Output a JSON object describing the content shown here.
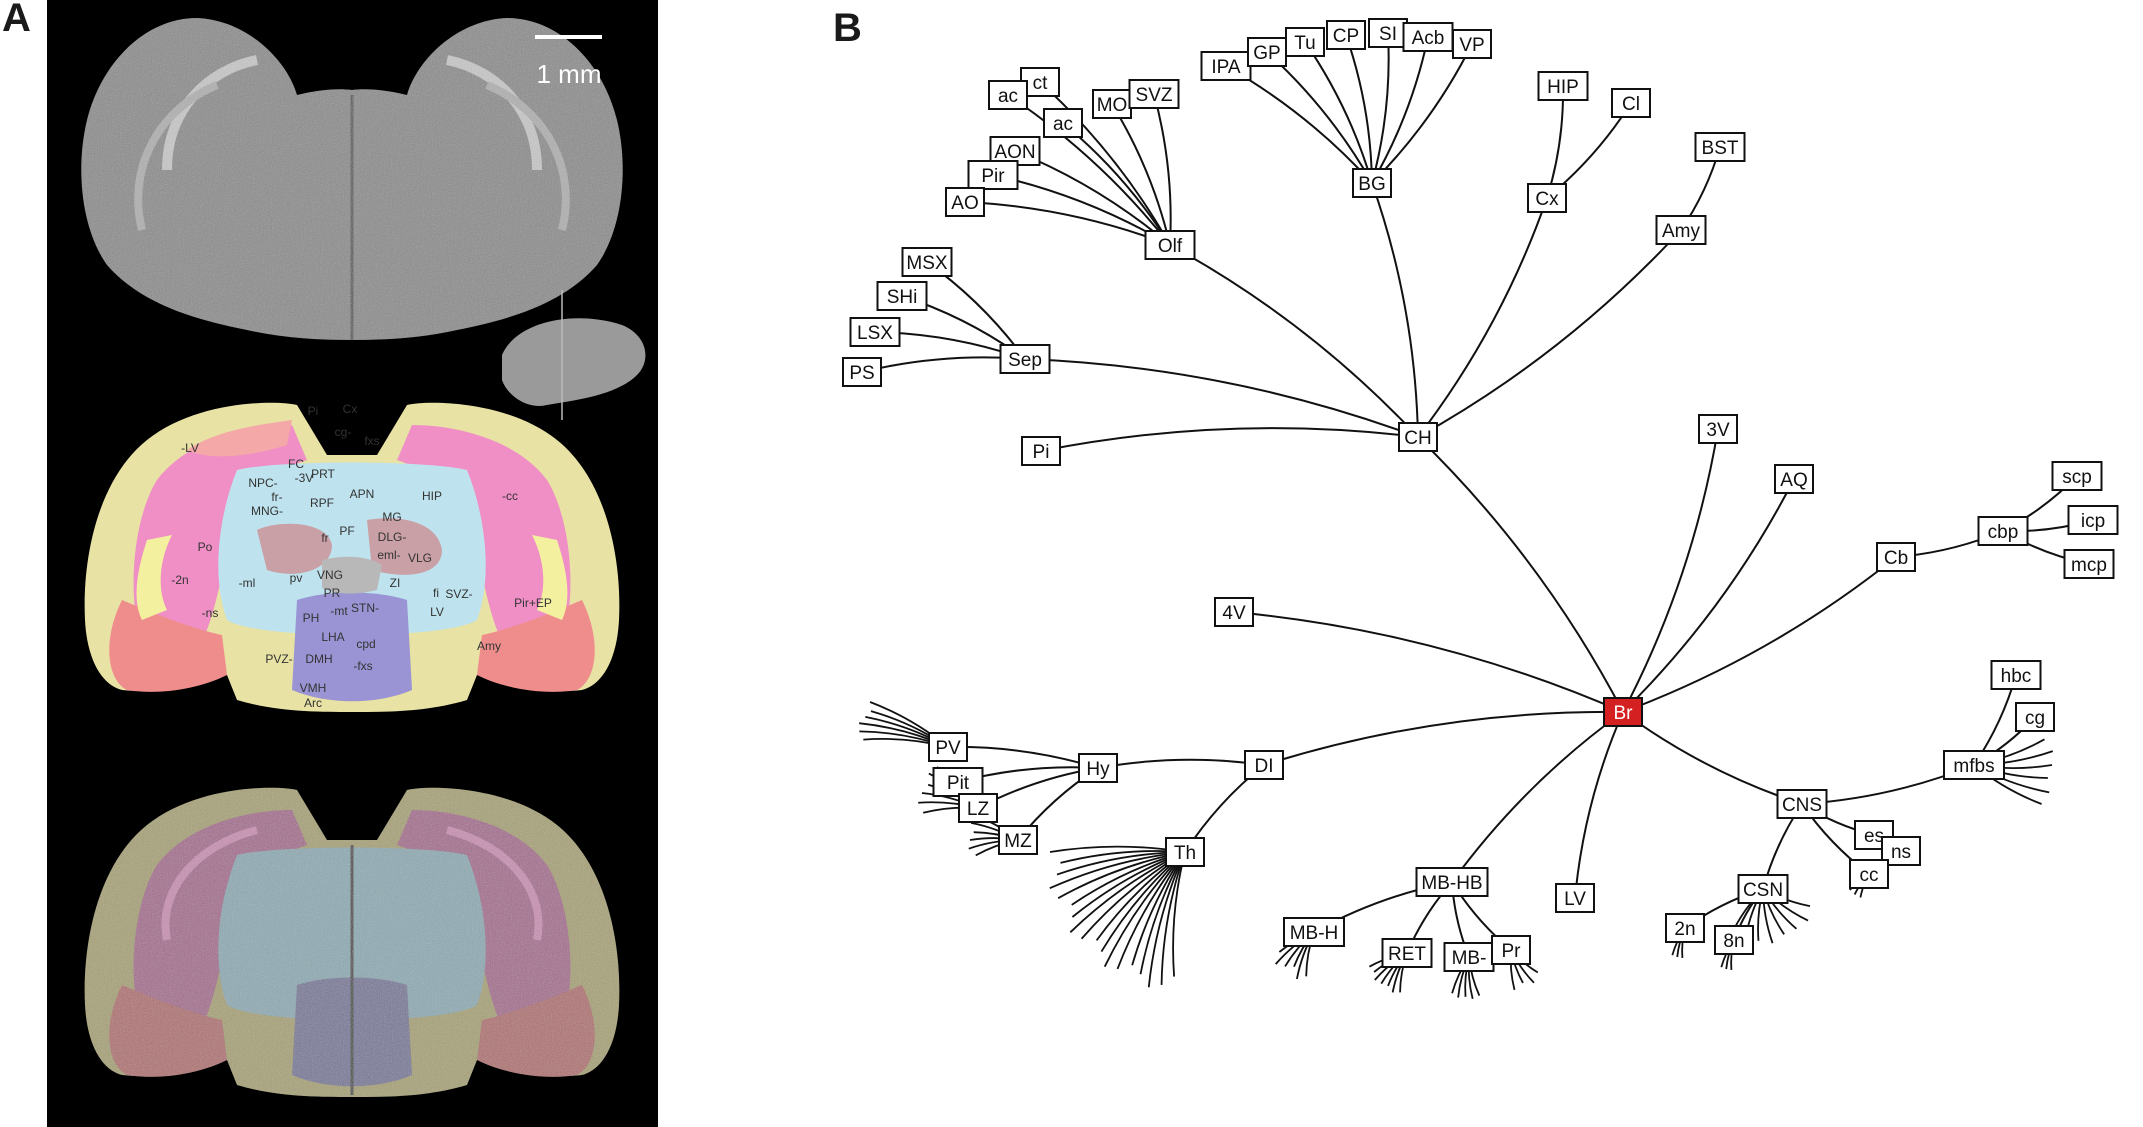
{
  "panel_a": {
    "label": "A",
    "scale_bar": "1 mm",
    "atlas_labels": [
      {
        "id": "pi",
        "text": "Pi"
      },
      {
        "id": "cx",
        "text": "Cx"
      },
      {
        "id": "cg",
        "text": "cg-"
      },
      {
        "id": "fxs1",
        "text": "fxs"
      },
      {
        "id": "lv1",
        "text": "-LV"
      },
      {
        "id": "fc",
        "text": "FC"
      },
      {
        "id": "npc",
        "text": "NPC-"
      },
      {
        "id": "prt",
        "text": "PRT"
      },
      {
        "id": "v3",
        "text": "-3V"
      },
      {
        "id": "fr1",
        "text": "fr-"
      },
      {
        "id": "apn",
        "text": "APN"
      },
      {
        "id": "hip",
        "text": "HIP"
      },
      {
        "id": "cc",
        "text": "-cc"
      },
      {
        "id": "rpf",
        "text": "RPF"
      },
      {
        "id": "mng",
        "text": "MNG-"
      },
      {
        "id": "mg",
        "text": "MG"
      },
      {
        "id": "pf",
        "text": "PF"
      },
      {
        "id": "dlg",
        "text": "DLG-"
      },
      {
        "id": "fr2",
        "text": "fr"
      },
      {
        "id": "po",
        "text": "Po"
      },
      {
        "id": "eml",
        "text": "eml-"
      },
      {
        "id": "vlg",
        "text": "VLG"
      },
      {
        "id": "n2",
        "text": "-2n"
      },
      {
        "id": "ml",
        "text": "-ml"
      },
      {
        "id": "pv",
        "text": "pv"
      },
      {
        "id": "vng",
        "text": "VNG"
      },
      {
        "id": "zi",
        "text": "ZI"
      },
      {
        "id": "fi",
        "text": "fi"
      },
      {
        "id": "svz",
        "text": "SVZ-"
      },
      {
        "id": "pirep",
        "text": "Pir+EP"
      },
      {
        "id": "pr",
        "text": "PR"
      },
      {
        "id": "ns",
        "text": "-ns"
      },
      {
        "id": "mt",
        "text": "-mt"
      },
      {
        "id": "stn",
        "text": "STN-"
      },
      {
        "id": "lv2",
        "text": "LV"
      },
      {
        "id": "ph",
        "text": "PH"
      },
      {
        "id": "lha",
        "text": "LHA"
      },
      {
        "id": "cpd",
        "text": "cpd"
      },
      {
        "id": "amy",
        "text": "Amy"
      },
      {
        "id": "pvz",
        "text": "PVZ-"
      },
      {
        "id": "dmh",
        "text": "DMH"
      },
      {
        "id": "fxs2",
        "text": "-fxs"
      },
      {
        "id": "vmh",
        "text": "VMH"
      },
      {
        "id": "arc",
        "text": "Arc"
      }
    ]
  },
  "panel_b": {
    "label": "B",
    "nodes": [
      {
        "id": "IPA",
        "label": "IPA"
      },
      {
        "id": "GP",
        "label": "GP"
      },
      {
        "id": "Tu",
        "label": "Tu"
      },
      {
        "id": "CP",
        "label": "CP"
      },
      {
        "id": "SI",
        "label": "SI"
      },
      {
        "id": "Acb",
        "label": "Acb"
      },
      {
        "id": "VP",
        "label": "VP"
      },
      {
        "id": "BG",
        "label": "BG"
      },
      {
        "id": "ct",
        "label": "ct"
      },
      {
        "id": "ac1",
        "label": "ac"
      },
      {
        "id": "ac2",
        "label": "ac"
      },
      {
        "id": "MO",
        "label": "MO"
      },
      {
        "id": "SVZ",
        "label": "SVZ"
      },
      {
        "id": "AON",
        "label": "AON"
      },
      {
        "id": "Pir",
        "label": "Pir"
      },
      {
        "id": "AO",
        "label": "AO"
      },
      {
        "id": "Olf",
        "label": "Olf"
      },
      {
        "id": "HIP",
        "label": "HIP"
      },
      {
        "id": "Cl",
        "label": "Cl"
      },
      {
        "id": "Cx",
        "label": "Cx"
      },
      {
        "id": "BST",
        "label": "BST"
      },
      {
        "id": "Amy",
        "label": "Amy"
      },
      {
        "id": "MSX",
        "label": "MSX"
      },
      {
        "id": "SHi",
        "label": "SHi"
      },
      {
        "id": "LSX",
        "label": "LSX"
      },
      {
        "id": "PS",
        "label": "PS"
      },
      {
        "id": "Sep",
        "label": "Sep"
      },
      {
        "id": "Pi",
        "label": "Pi"
      },
      {
        "id": "CH",
        "label": "CH"
      },
      {
        "id": "V3",
        "label": "3V"
      },
      {
        "id": "AQ",
        "label": "AQ"
      },
      {
        "id": "scp",
        "label": "scp"
      },
      {
        "id": "icp",
        "label": "icp"
      },
      {
        "id": "mcp",
        "label": "mcp"
      },
      {
        "id": "cbp",
        "label": "cbp"
      },
      {
        "id": "Cb",
        "label": "Cb"
      },
      {
        "id": "V4",
        "label": "4V"
      },
      {
        "id": "Br",
        "label": "Br"
      },
      {
        "id": "hbc",
        "label": "hbc"
      },
      {
        "id": "cg",
        "label": "cg"
      },
      {
        "id": "mfbs",
        "label": "mfbs"
      },
      {
        "id": "PV",
        "label": "PV"
      },
      {
        "id": "Hy",
        "label": "Hy"
      },
      {
        "id": "DI",
        "label": "DI"
      },
      {
        "id": "Pit",
        "label": "Pit"
      },
      {
        "id": "LZ",
        "label": "LZ"
      },
      {
        "id": "MZ",
        "label": "MZ"
      },
      {
        "id": "Th",
        "label": "Th"
      },
      {
        "id": "CNS",
        "label": "CNS"
      },
      {
        "id": "es",
        "label": "es"
      },
      {
        "id": "ns",
        "label": "ns"
      },
      {
        "id": "cc",
        "label": "cc"
      },
      {
        "id": "MBHB",
        "label": "MB-HB"
      },
      {
        "id": "LV",
        "label": "LV"
      },
      {
        "id": "CSN",
        "label": "CSN"
      },
      {
        "id": "n2",
        "label": "2n"
      },
      {
        "id": "n8",
        "label": "8n"
      },
      {
        "id": "MBH",
        "label": "MB-H"
      },
      {
        "id": "RET",
        "label": "RET"
      },
      {
        "id": "MBm",
        "label": "MB-"
      },
      {
        "id": "Pr",
        "label": "Pr"
      }
    ],
    "edges": [
      [
        "Br",
        "CH"
      ],
      [
        "Br",
        "V3"
      ],
      [
        "Br",
        "AQ"
      ],
      [
        "Br",
        "Cb"
      ],
      [
        "Br",
        "V4"
      ],
      [
        "Br",
        "DI"
      ],
      [
        "Br",
        "MBHB"
      ],
      [
        "Br",
        "LV"
      ],
      [
        "Br",
        "CNS"
      ],
      [
        "CH",
        "Olf"
      ],
      [
        "CH",
        "Sep"
      ],
      [
        "CH",
        "Pi"
      ],
      [
        "CH",
        "BG"
      ],
      [
        "CH",
        "Cx"
      ],
      [
        "CH",
        "Amy"
      ],
      [
        "BG",
        "IPA"
      ],
      [
        "BG",
        "GP"
      ],
      [
        "BG",
        "Tu"
      ],
      [
        "BG",
        "CP"
      ],
      [
        "BG",
        "SI"
      ],
      [
        "BG",
        "Acb"
      ],
      [
        "BG",
        "VP"
      ],
      [
        "Olf",
        "ct"
      ],
      [
        "Olf",
        "ac1"
      ],
      [
        "Olf",
        "ac2"
      ],
      [
        "Olf",
        "MO"
      ],
      [
        "Olf",
        "SVZ"
      ],
      [
        "Olf",
        "AON"
      ],
      [
        "Olf",
        "Pir"
      ],
      [
        "Olf",
        "AO"
      ],
      [
        "Cx",
        "HIP"
      ],
      [
        "Cx",
        "Cl"
      ],
      [
        "Amy",
        "BST"
      ],
      [
        "Sep",
        "MSX"
      ],
      [
        "Sep",
        "SHi"
      ],
      [
        "Sep",
        "LSX"
      ],
      [
        "Sep",
        "PS"
      ],
      [
        "Cb",
        "cbp"
      ],
      [
        "cbp",
        "scp"
      ],
      [
        "cbp",
        "icp"
      ],
      [
        "cbp",
        "mcp"
      ],
      [
        "DI",
        "Hy"
      ],
      [
        "DI",
        "Th"
      ],
      [
        "Hy",
        "PV"
      ],
      [
        "Hy",
        "Pit"
      ],
      [
        "Hy",
        "LZ"
      ],
      [
        "Hy",
        "MZ"
      ],
      [
        "CNS",
        "mfbs"
      ],
      [
        "CNS",
        "es"
      ],
      [
        "CNS",
        "cc"
      ],
      [
        "CNS",
        "CSN"
      ],
      [
        "mfbs",
        "hbc"
      ],
      [
        "mfbs",
        "cg"
      ],
      [
        "es",
        "ns"
      ],
      [
        "CSN",
        "n2"
      ],
      [
        "CSN",
        "n8"
      ],
      [
        "MBHB",
        "MBH"
      ],
      [
        "MBHB",
        "RET"
      ],
      [
        "MBHB",
        "MBm"
      ],
      [
        "MBHB",
        "Pr"
      ]
    ],
    "highlight_node": "Br",
    "highlight_color": "#d42020"
  }
}
